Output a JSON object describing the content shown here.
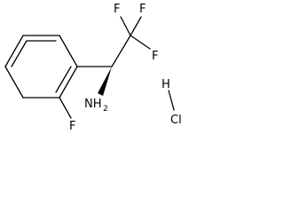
{
  "labels": {
    "f_top_left": "F",
    "f_top_mid": "F",
    "f_right": "F",
    "f_ortho": "F",
    "amine_main": "NH",
    "amine_sub": "2",
    "hydrogen": "H",
    "chloride": "Cl"
  }
}
